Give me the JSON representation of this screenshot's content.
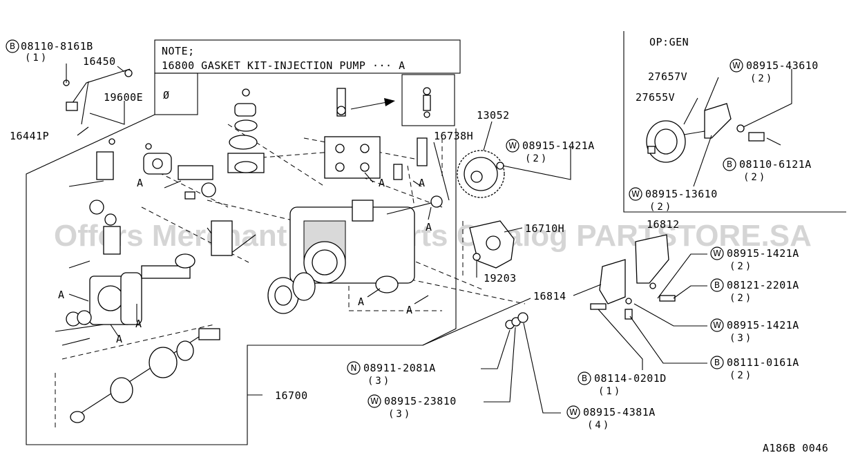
{
  "note": {
    "title": "NOTE;",
    "line": "16800 GASKET KIT-INJECTION PUMP ··· A",
    "inset_symbol": "Ø"
  },
  "option_box": {
    "title": "OP:GEN"
  },
  "watermark": "Offers Merchant Auto Parts Catalog PARTSTORE.SA",
  "figure_id": "A186B 0046",
  "marker_a": "A",
  "callouts": [
    {
      "id": "c1",
      "prefix": "B",
      "code": "08110-8161B",
      "qty": "(1)"
    },
    {
      "id": "c2",
      "prefix": "",
      "code": "16450",
      "qty": ""
    },
    {
      "id": "c3",
      "prefix": "",
      "code": "19600E",
      "qty": ""
    },
    {
      "id": "c4",
      "prefix": "",
      "code": "16441P",
      "qty": ""
    },
    {
      "id": "c5",
      "prefix": "",
      "code": "13052",
      "qty": ""
    },
    {
      "id": "c6",
      "prefix": "",
      "code": "16738H",
      "qty": ""
    },
    {
      "id": "c7",
      "prefix": "W",
      "code": "08915-1421A",
      "qty": "(2)"
    },
    {
      "id": "c8",
      "prefix": "",
      "code": "16710H",
      "qty": ""
    },
    {
      "id": "c9",
      "prefix": "",
      "code": "19203",
      "qty": ""
    },
    {
      "id": "c10",
      "prefix": "",
      "code": "16812",
      "qty": ""
    },
    {
      "id": "c11",
      "prefix": "W",
      "code": "08915-1421A",
      "qty": "(2)"
    },
    {
      "id": "c12",
      "prefix": "B",
      "code": "08121-2201A",
      "qty": "(2)"
    },
    {
      "id": "c13",
      "prefix": "",
      "code": "16814",
      "qty": ""
    },
    {
      "id": "c14",
      "prefix": "W",
      "code": "08915-1421A",
      "qty": "(3)"
    },
    {
      "id": "c15",
      "prefix": "B",
      "code": "08111-0161A",
      "qty": "(2)"
    },
    {
      "id": "c16",
      "prefix": "B",
      "code": "08114-0201D",
      "qty": "(1)"
    },
    {
      "id": "c17",
      "prefix": "N",
      "code": "08911-2081A",
      "qty": "(3)"
    },
    {
      "id": "c18",
      "prefix": "W",
      "code": "08915-23810",
      "qty": "(3)"
    },
    {
      "id": "c19",
      "prefix": "W",
      "code": "08915-4381A",
      "qty": "(4)"
    },
    {
      "id": "c20",
      "prefix": "",
      "code": "16700",
      "qty": ""
    },
    {
      "id": "c21",
      "prefix": "",
      "code": "27657V",
      "qty": ""
    },
    {
      "id": "c22",
      "prefix": "W",
      "code": "08915-43610",
      "qty": "(2)"
    },
    {
      "id": "c23",
      "prefix": "",
      "code": "27655V",
      "qty": ""
    },
    {
      "id": "c24",
      "prefix": "B",
      "code": "08110-6121A",
      "qty": "(2)"
    },
    {
      "id": "c25",
      "prefix": "W",
      "code": "08915-13610",
      "qty": "(2)"
    }
  ]
}
